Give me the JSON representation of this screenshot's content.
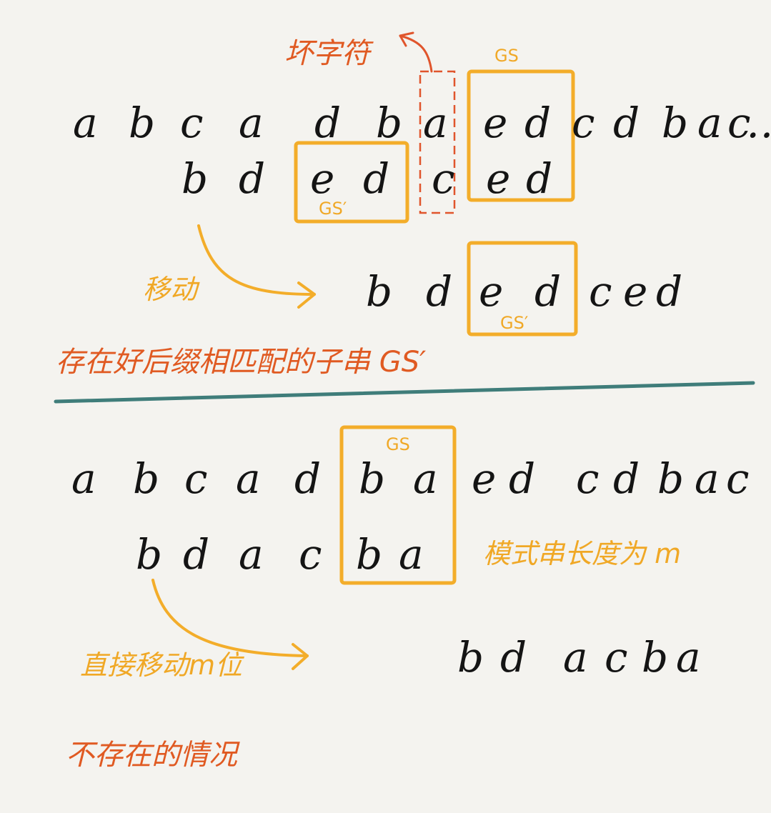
{
  "top": {
    "text_row": [
      "a",
      "b",
      "c",
      "a",
      "d",
      "b",
      "a",
      "e",
      "d",
      "c",
      "d",
      "b",
      "a",
      "c",
      "…"
    ],
    "pattern_row": [
      "b",
      "d",
      "e",
      "d",
      "c",
      "e",
      "d"
    ],
    "shifted_row": [
      "b",
      "d",
      "e",
      "d",
      "c",
      "e",
      "d"
    ],
    "bad_char_label": "坏字符",
    "gs_label": "GS",
    "gs_prime_label": "GS′",
    "gs_prime_label_shifted": "GS′",
    "move_label": "移动",
    "caption": "存在好后缀相匹配的子串 GS′"
  },
  "bottom": {
    "text_row": [
      "a",
      "b",
      "c",
      "a",
      "d",
      "b",
      "a",
      "e",
      "d",
      "c",
      "d",
      "b",
      "a",
      "c"
    ],
    "pattern_row": [
      "b",
      "d",
      "a",
      "c",
      "b",
      "a"
    ],
    "shifted_row": [
      "b",
      "d",
      "a",
      "c",
      "b",
      "a"
    ],
    "gs_label": "GS",
    "pattern_length_label": "模式串长度为 m",
    "move_label": "直接移动m位",
    "caption": "不存在的情况"
  },
  "colors": {
    "background": "#f4f3ef",
    "ink": "#141414",
    "box_yellow": "#f3ad2a",
    "label_orange": "#e05a22",
    "divider_teal": "#3f7d7a"
  }
}
